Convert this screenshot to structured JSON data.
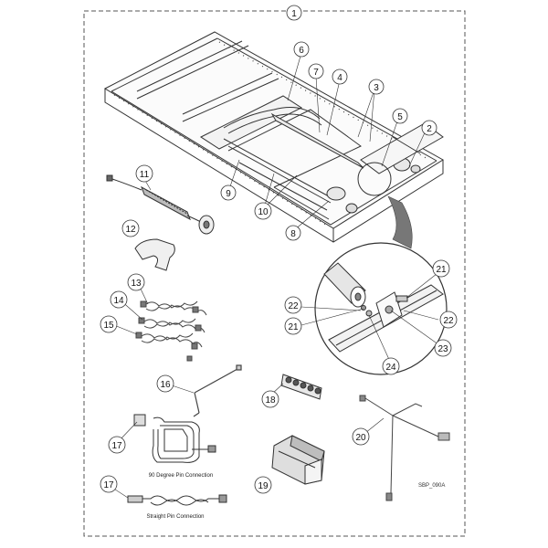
{
  "diagram": {
    "drawing_code": "SBP_090A",
    "assembly_callout": "1",
    "callouts": {
      "c2": "2",
      "c3": "3",
      "c4": "4",
      "c5": "5",
      "c6": "6",
      "c7": "7",
      "c8": "8",
      "c9": "9",
      "c10": "10",
      "c11": "11",
      "c12": "12",
      "c13": "13",
      "c14": "14",
      "c15": "15",
      "c16": "16",
      "c17a": "17",
      "c17b": "17",
      "c18": "18",
      "c19": "19",
      "c20": "20",
      "c21a": "21",
      "c21b": "21",
      "c22a": "22",
      "c22b": "22",
      "c23": "23",
      "c24": "24"
    },
    "captions": {
      "degree_pin": "90 Degree Pin Connection",
      "straight_pin": "Straight Pin Connection"
    }
  }
}
